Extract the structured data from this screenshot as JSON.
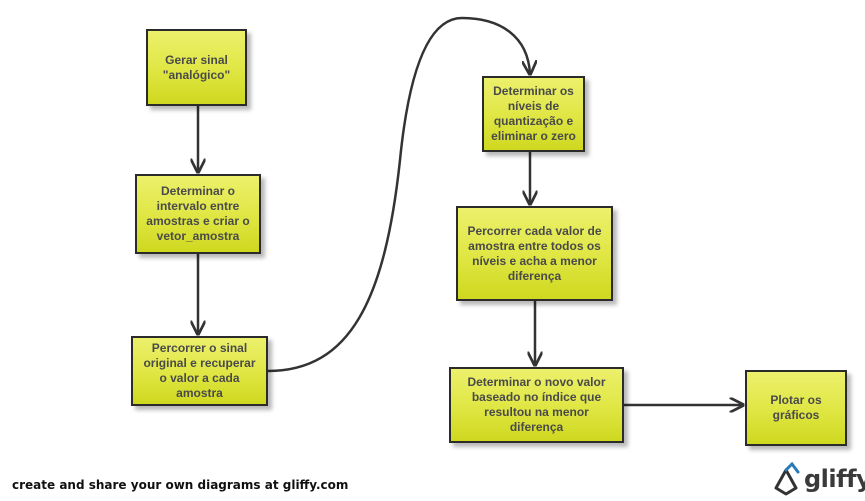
{
  "nodes": {
    "gerar_sinal": "Gerar sinal \"analógico\"",
    "determinar_intervalo": "Determinar o intervalo entre amostras e criar o vetor_amostra",
    "percorrer_sinal": "Percorrer o sinal original e recuperar o valor a cada amostra",
    "determinar_niveis": "Determinar os níveis de quantização e eliminar o zero",
    "percorrer_valor": "Percorrer cada valor de amostra entre todos os níveis e acha a menor diferença",
    "determinar_novo_valor": "Determinar o novo valor baseado no índice que resultou na menor diferença",
    "plotar": "Plotar os gráficos"
  },
  "footer": {
    "text": "create and share your own diagrams at gliffy.com",
    "logo": "gliffy"
  },
  "colors": {
    "node_fill": "#dfe642",
    "node_border": "#2b2b2b",
    "node_text": "#4a4a4a",
    "connector": "#333333"
  },
  "icons": {
    "logo_mark": "gliffy-logo-icon"
  }
}
